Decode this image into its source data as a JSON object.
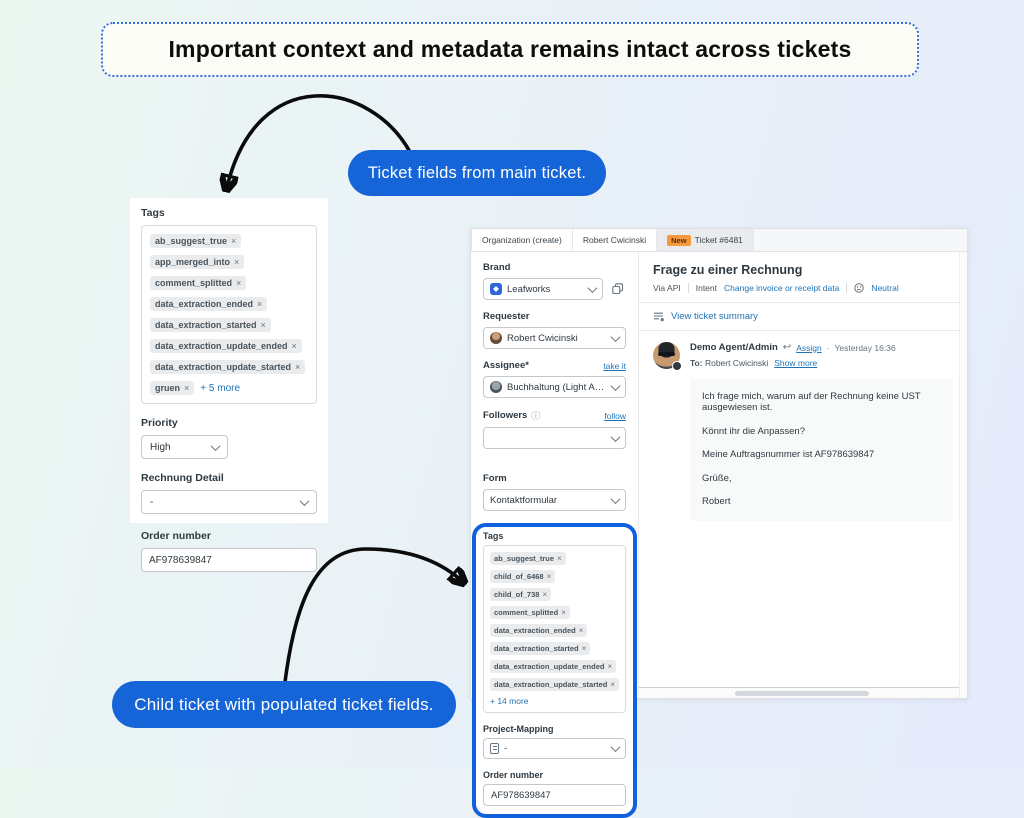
{
  "banner": {
    "title": "Important context and metadata remains intact across tickets"
  },
  "callouts": {
    "main": {
      "label": "Ticket fields from main ticket."
    },
    "child": {
      "label": "Child ticket with populated ticket fields."
    }
  },
  "left_panel": {
    "tags_title": "Tags",
    "tags": [
      "ab_suggest_true",
      "app_merged_into",
      "comment_splitted",
      "data_extraction_ended",
      "data_extraction_started",
      "data_extraction_update_ended",
      "data_extraction_update_started",
      "gruen"
    ],
    "more": "+ 5 more",
    "priority": {
      "label": "Priority",
      "value": "High"
    },
    "rechnung": {
      "label": "Rechnung Detail",
      "value": "-"
    },
    "order": {
      "label": "Order number",
      "value": "AF978639847"
    }
  },
  "app": {
    "tabs": {
      "org": "Organization (create)",
      "person": "Robert Cwicinski",
      "ticket_badge": "New",
      "ticket_label": "Ticket #6481"
    },
    "sidebar": {
      "brand": {
        "label": "Brand",
        "value": "Leafworks"
      },
      "requester": {
        "label": "Requester",
        "value": "Robert Cwicinski"
      },
      "assignee": {
        "label": "Assignee*",
        "action": "take it",
        "value": "Buchhaltung (Light Agents)"
      },
      "followers": {
        "label": "Followers",
        "action": "follow"
      },
      "form": {
        "label": "Form",
        "value": "Kontaktformular"
      },
      "tags_title": "Tags",
      "tags": [
        "ab_suggest_true",
        "child_of_6468",
        "child_of_738",
        "comment_splitted",
        "data_extraction_ended",
        "data_extraction_started",
        "data_extraction_update_ended",
        "data_extraction_update_started"
      ],
      "more": "+ 14 more",
      "project": {
        "label": "Project-Mapping",
        "value": "-"
      },
      "order": {
        "label": "Order number",
        "value": "AF978639847"
      }
    },
    "ticket": {
      "subject": "Frage zu einer Rechnung",
      "via": "Via API",
      "intent_label": "Intent",
      "intent_link": "Change invoice or receipt data",
      "sentiment": "Neutral",
      "summary": "View ticket summary",
      "author": "Demo Agent/Admin",
      "assign": "Assign",
      "dot": "·",
      "time": "Yesterday 16:36",
      "to_label": "To:",
      "to_name": "Robert Cwicinski",
      "show_more": "Show more",
      "lines": [
        "Ich frage mich, warum auf der Rechnung keine UST ausgewiesen ist.",
        "Könnt ihr die Anpassen?",
        "Meine Auftragsnummer ist AF978639847",
        "Grüße,",
        "Robert"
      ]
    }
  },
  "colors": {
    "accent_blue": "#1565d8",
    "highlight_blue": "#1160dc",
    "link_blue": "#1f73b7",
    "badge_orange": "#f79a3e",
    "tag_bg": "#e9ebed"
  }
}
